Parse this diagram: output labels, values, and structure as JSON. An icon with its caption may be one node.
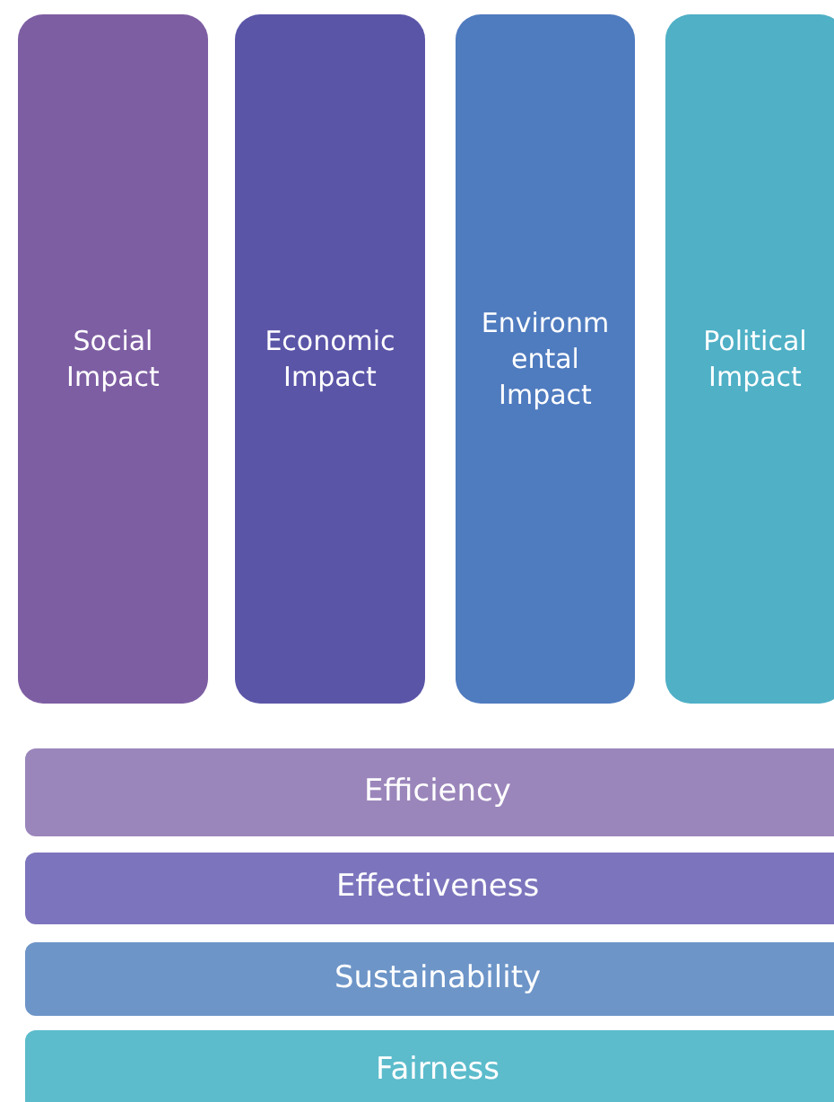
{
  "diagram": {
    "nodes": [
      {
        "text": [
          "Social Impact"
        ]
      },
      {
        "text": [
          "Economic Impact"
        ]
      },
      {
        "text": [
          "Environmental Impact"
        ]
      },
      {
        "text": [
          "Political Impact"
        ]
      },
      {
        "text": [
          "Efficiency"
        ]
      },
      {
        "text": [
          "Effectiveness"
        ]
      },
      {
        "text": [
          "Sustainability"
        ]
      },
      {
        "text": [
          "Fairness"
        ]
      }
    ]
  }
}
